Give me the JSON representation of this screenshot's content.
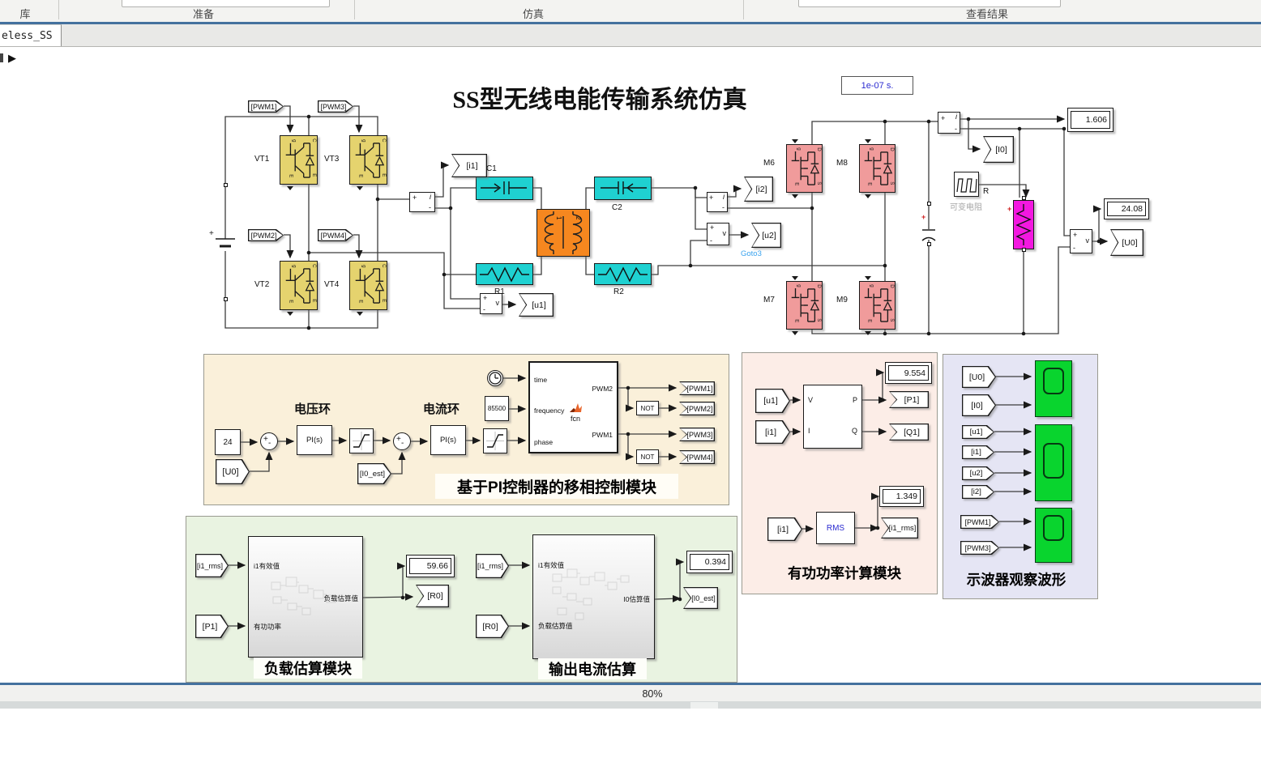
{
  "toolstrip": {
    "sections": [
      {
        "label": "库"
      },
      {
        "label": "准备"
      },
      {
        "label": "仿真"
      },
      {
        "label": "查看结果"
      }
    ]
  },
  "tabbar": {
    "active_tab": "eless_SS"
  },
  "navbar": {
    "forward_arrow": "▶"
  },
  "statusbar": {
    "zoom_level": "80%"
  },
  "diagram": {
    "title": "SS型无线电能传输系统仿真",
    "sample_time": "1e-07 s.",
    "igbt": {
      "vt1": "VT1",
      "vt2": "VT2",
      "vt3": "VT3",
      "vt4": "VT4"
    },
    "mosfet": {
      "m6": "M6",
      "m7": "M7",
      "m8": "M8",
      "m9": "M9"
    },
    "passive": {
      "c1": "C1",
      "c2": "C2",
      "r1": "R1",
      "r2": "R2"
    },
    "tags": {
      "pwm1": "[PWM1]",
      "pwm2": "[PWM2]",
      "pwm3": "[PWM3]",
      "pwm4": "[PWM4]",
      "i1": "[i1]",
      "i2": "[i2]",
      "u1": "[u1]",
      "u2": "[u2]",
      "u0": "[U0]",
      "i0": "[I0]",
      "i0_est": "[I0_est]",
      "p1": "[P1]",
      "q1": "[Q1]",
      "i1_rms": "[i1_rms]",
      "r0": "[R0]"
    },
    "displays": {
      "i0": "1.606",
      "u0": "24.08",
      "p1": "9.554",
      "i1_rms": "1.349",
      "r0": "59.66",
      "i0_est": "0.394"
    },
    "blocks": {
      "const_vref": "24",
      "const_freq": "85500",
      "pi": "PI(s)",
      "not": "NOT",
      "rms": "RMS",
      "fcn": "fcn",
      "goto3_name": "Goto3",
      "vres_name": "R",
      "vres_label": "可变电阻"
    },
    "fcn_ports": {
      "time": "time",
      "frequency": "frequency",
      "phase": "phase",
      "pwm2": "PWM2",
      "pwm1": "PWM1"
    },
    "pq_ports": {
      "v": "V",
      "i": "I",
      "p": "P",
      "q": "Q"
    },
    "meas": {
      "plus": "+",
      "minus": "-",
      "i": "i",
      "v": "v"
    },
    "captions": {
      "voltage_loop": "电压环",
      "current_loop": "电流环",
      "pi_module": "基于PI控制器的移相控制模块",
      "power_module": "有功功率计算模块",
      "scope_module": "示波器观察波形",
      "load_module": "负载估算模块",
      "output_module": "输出电流估算"
    },
    "subsystem": {
      "i1_rms_in": "i1有效值",
      "p_in": "有功功率",
      "r_out": "负载估算值",
      "r_in": "负载估算值",
      "i0_out": "I0估算值"
    }
  }
}
